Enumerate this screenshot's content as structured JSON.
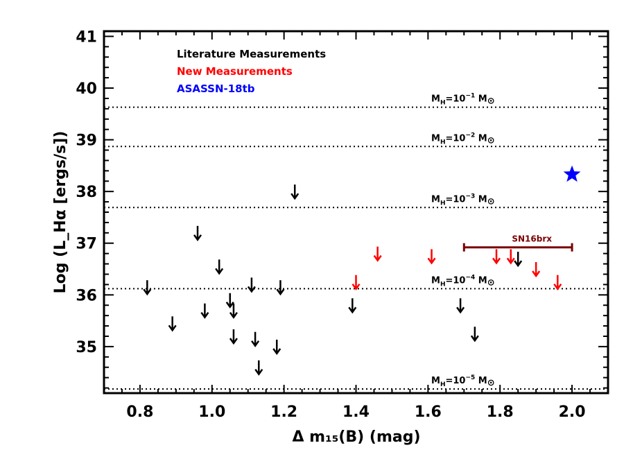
{
  "chart_data": {
    "type": "scatter",
    "title": "",
    "xlabel": "Δ m₁₅(B) (mag)",
    "ylabel": "Log (L_Hα [ergs/s])",
    "xlim": [
      0.7,
      2.1
    ],
    "ylim": [
      34.1,
      41.1
    ],
    "x_ticks": [
      "0.8",
      "1.0",
      "1.2",
      "1.4",
      "1.6",
      "1.8",
      "2.0"
    ],
    "y_ticks": [
      "35",
      "36",
      "37",
      "38",
      "39",
      "40",
      "41"
    ],
    "legend": {
      "placement": "top-left",
      "entries": [
        {
          "label": "Literature Measurements",
          "color": "#000000"
        },
        {
          "label": "New Measurements",
          "color": "#ff0000"
        },
        {
          "label": "ASASSN-18tb",
          "color": "#0000ff"
        }
      ]
    },
    "series": [
      {
        "name": "Literature Measurements",
        "marker": "upper-limit-arrow",
        "color": "#000000",
        "points": [
          {
            "x": 0.82,
            "y": 36.15
          },
          {
            "x": 0.89,
            "y": 35.45
          },
          {
            "x": 0.96,
            "y": 37.2
          },
          {
            "x": 0.98,
            "y": 35.7
          },
          {
            "x": 1.02,
            "y": 36.55
          },
          {
            "x": 1.05,
            "y": 35.9
          },
          {
            "x": 1.06,
            "y": 35.7
          },
          {
            "x": 1.06,
            "y": 35.2
          },
          {
            "x": 1.11,
            "y": 36.2
          },
          {
            "x": 1.12,
            "y": 35.15
          },
          {
            "x": 1.13,
            "y": 34.6
          },
          {
            "x": 1.18,
            "y": 35.0
          },
          {
            "x": 1.19,
            "y": 36.15
          },
          {
            "x": 1.23,
            "y": 38.0
          },
          {
            "x": 1.39,
            "y": 35.8
          },
          {
            "x": 1.69,
            "y": 35.8
          },
          {
            "x": 1.73,
            "y": 35.25
          },
          {
            "x": 1.85,
            "y": 36.7
          }
        ]
      },
      {
        "name": "New Measurements",
        "marker": "upper-limit-arrow",
        "color": "#ff0000",
        "points": [
          {
            "x": 1.4,
            "y": 36.25
          },
          {
            "x": 1.46,
            "y": 36.8
          },
          {
            "x": 1.61,
            "y": 36.75
          },
          {
            "x": 1.79,
            "y": 36.75
          },
          {
            "x": 1.83,
            "y": 36.75
          },
          {
            "x": 1.9,
            "y": 36.5
          },
          {
            "x": 1.96,
            "y": 36.25
          }
        ]
      },
      {
        "name": "ASASSN-18tb",
        "marker": "star",
        "color": "#0000ff",
        "points": [
          {
            "x": 2.0,
            "y": 38.33
          }
        ]
      }
    ],
    "reference_lines": [
      {
        "y": 39.63,
        "label_base": "M",
        "label_sub": "H",
        "label_mid": "=10",
        "label_exp": "−1",
        "label_end": " M",
        "label_sym": "⊙"
      },
      {
        "y": 38.87,
        "label_base": "M",
        "label_sub": "H",
        "label_mid": "=10",
        "label_exp": "−2",
        "label_end": " M",
        "label_sym": "⊙"
      },
      {
        "y": 37.69,
        "label_base": "M",
        "label_sub": "H",
        "label_mid": "=10",
        "label_exp": "−3",
        "label_end": " M",
        "label_sym": "⊙"
      },
      {
        "y": 36.12,
        "label_base": "M",
        "label_sub": "H",
        "label_mid": "=10",
        "label_exp": "−4",
        "label_end": " M",
        "label_sym": "⊙"
      },
      {
        "y": 34.18,
        "label_base": "M",
        "label_sub": "H",
        "label_mid": "=10",
        "label_exp": "−5",
        "label_end": " M",
        "label_sym": "⊙"
      }
    ],
    "range_bar": {
      "label": "SN16brx",
      "x_start": 1.7,
      "x_end": 2.0,
      "y": 36.92,
      "color": "#7a0000"
    },
    "grid": false
  }
}
